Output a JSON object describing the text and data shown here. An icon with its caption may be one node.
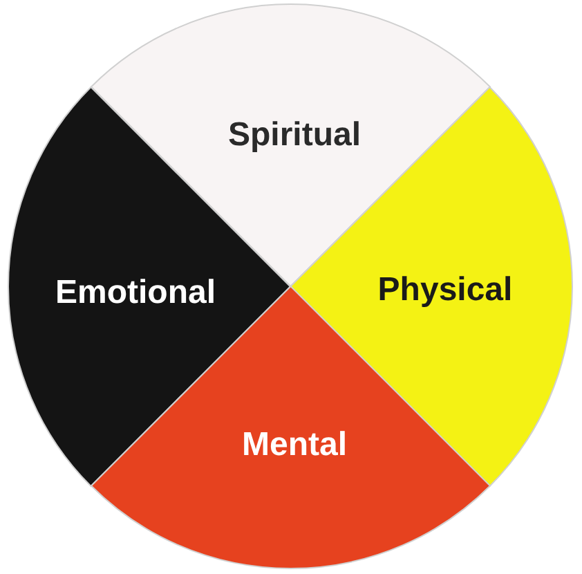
{
  "diagram": {
    "nodes": [
      {
        "text": [
          "Spiritual"
        ]
      },
      {
        "text": [
          "Emotional"
        ]
      },
      {
        "text": [
          "Physical"
        ]
      },
      {
        "text": [
          "Mental"
        ]
      }
    ]
  }
}
